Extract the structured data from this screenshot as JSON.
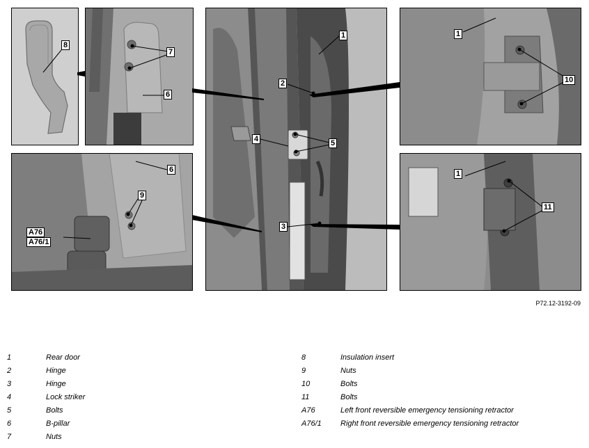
{
  "figure_ref": "P72.12-3192-09",
  "callouts": {
    "p1_8": "8",
    "p2_7": "7",
    "p2_6": "6",
    "p3_1": "1",
    "p3_2": "2",
    "p3_4": "4",
    "p3_5": "5",
    "p3_3": "3",
    "p4_1": "1",
    "p4_10": "10",
    "p5_6": "6",
    "p5_9": "9",
    "p5_a76": "A76",
    "p5_a761": "A76/1",
    "p6_1": "1",
    "p6_11": "11"
  },
  "legend_left": [
    {
      "num": "1",
      "text": "Rear door"
    },
    {
      "num": "2",
      "text": "Hinge"
    },
    {
      "num": "3",
      "text": "Hinge"
    },
    {
      "num": "4",
      "text": "Lock striker"
    },
    {
      "num": "5",
      "text": "Bolts"
    },
    {
      "num": "6",
      "text": "B-pillar"
    },
    {
      "num": "7",
      "text": "Nuts"
    }
  ],
  "legend_right": [
    {
      "num": "8",
      "text": "Insulation insert"
    },
    {
      "num": "9",
      "text": "Nuts"
    },
    {
      "num": "10",
      "text": "Bolts"
    },
    {
      "num": "11",
      "text": "Bolts"
    },
    {
      "num": "A76",
      "text": "Left front reversible emergency tensioning retractor"
    },
    {
      "num": "A76/1",
      "text": "Right front reversible emergency tensioning retractor"
    }
  ]
}
